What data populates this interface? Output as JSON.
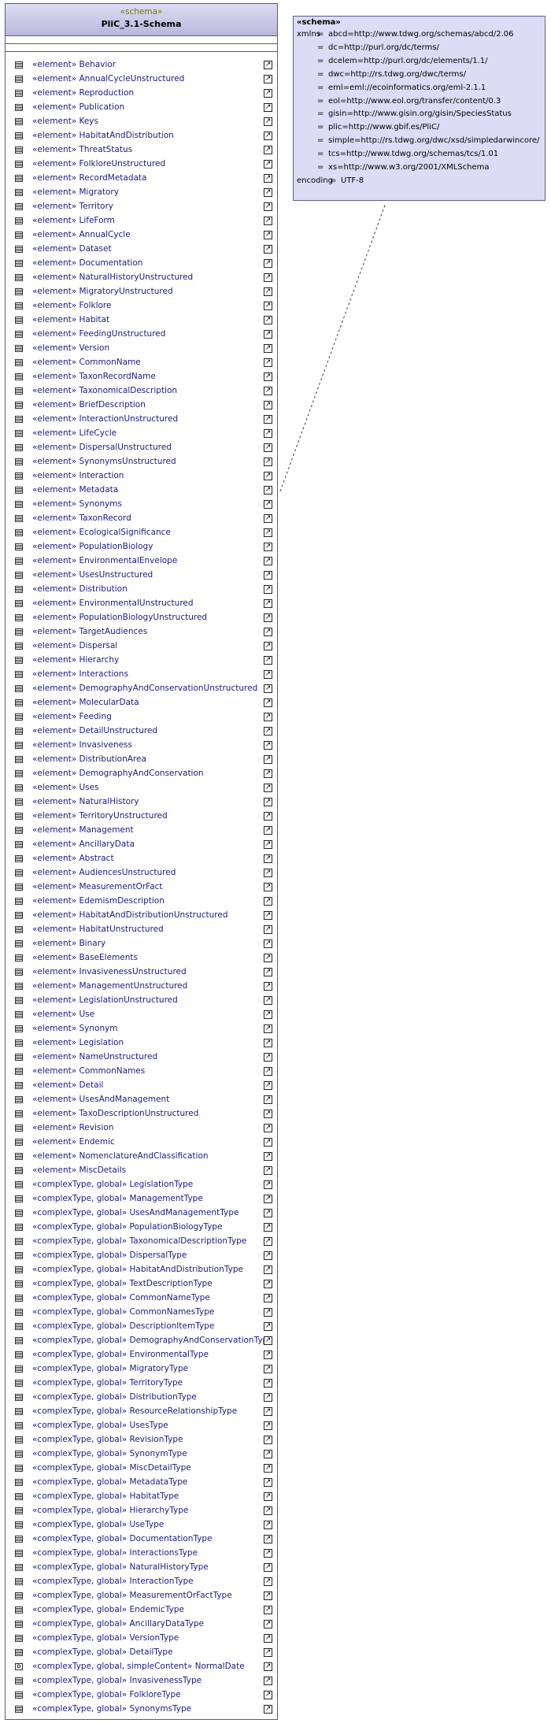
{
  "schema": {
    "stereotype": "«schema»",
    "name": "PliC_3.1-Schema"
  },
  "rows": [
    {
      "label": "«element» Behavior",
      "icon": "lines"
    },
    {
      "label": "«element» AnnualCycleUnstructured",
      "icon": "lines"
    },
    {
      "label": "«element» Reproduction",
      "icon": "lines"
    },
    {
      "label": "«element» Publication",
      "icon": "lines"
    },
    {
      "label": "«element» Keys",
      "icon": "lines"
    },
    {
      "label": "«element» HabitatAndDistribution",
      "icon": "lines"
    },
    {
      "label": "«element» ThreatStatus",
      "icon": "lines"
    },
    {
      "label": "«element» FolkloreUnstructured",
      "icon": "lines"
    },
    {
      "label": "«element» RecordMetadata",
      "icon": "lines"
    },
    {
      "label": "«element» Migratory",
      "icon": "lines"
    },
    {
      "label": "«element» Territory",
      "icon": "lines"
    },
    {
      "label": "«element» LifeForm",
      "icon": "lines"
    },
    {
      "label": "«element» AnnualCycle",
      "icon": "lines"
    },
    {
      "label": "«element» Dataset",
      "icon": "lines"
    },
    {
      "label": "«element» Documentation",
      "icon": "lines"
    },
    {
      "label": "«element» NaturalHistoryUnstructured",
      "icon": "lines"
    },
    {
      "label": "«element» MigratoryUnstructured",
      "icon": "lines"
    },
    {
      "label": "«element» Folklore",
      "icon": "lines"
    },
    {
      "label": "«element» Habitat",
      "icon": "lines"
    },
    {
      "label": "«element» FeedingUnstructured",
      "icon": "lines"
    },
    {
      "label": "«element» Version",
      "icon": "lines"
    },
    {
      "label": "«element» CommonName",
      "icon": "lines"
    },
    {
      "label": "«element» TaxonRecordName",
      "icon": "lines"
    },
    {
      "label": "«element» TaxonomicalDescription",
      "icon": "lines"
    },
    {
      "label": "«element» BriefDescription",
      "icon": "lines"
    },
    {
      "label": "«element» InteractionUnstructured",
      "icon": "lines"
    },
    {
      "label": "«element» LifeCycle",
      "icon": "lines"
    },
    {
      "label": "«element» DispersalUnstructured",
      "icon": "lines"
    },
    {
      "label": "«element» SynonymsUnstructured",
      "icon": "lines"
    },
    {
      "label": "«element» Interaction",
      "icon": "lines"
    },
    {
      "label": "«element» Metadata",
      "icon": "lines"
    },
    {
      "label": "«element» Synonyms",
      "icon": "lines"
    },
    {
      "label": "«element» TaxonRecord",
      "icon": "lines"
    },
    {
      "label": "«element» EcologicalSignificance",
      "icon": "lines"
    },
    {
      "label": "«element» PopulationBiology",
      "icon": "lines"
    },
    {
      "label": "«element» EnvironmentalEnvelope",
      "icon": "lines"
    },
    {
      "label": "«element» UsesUnstructured",
      "icon": "lines"
    },
    {
      "label": "«element» Distribution",
      "icon": "lines"
    },
    {
      "label": "«element» EnvironmentalUnstructured",
      "icon": "lines"
    },
    {
      "label": "«element» PopulationBiologyUnstructured",
      "icon": "lines"
    },
    {
      "label": "«element» TargetAudiences",
      "icon": "lines"
    },
    {
      "label": "«element» Dispersal",
      "icon": "lines"
    },
    {
      "label": "«element» Hierarchy",
      "icon": "lines"
    },
    {
      "label": "«element» Interactions",
      "icon": "lines"
    },
    {
      "label": "«element» DemographyAndConservationUnstructured",
      "icon": "lines"
    },
    {
      "label": "«element» MolecularData",
      "icon": "lines"
    },
    {
      "label": "«element» Feeding",
      "icon": "lines"
    },
    {
      "label": "«element» DetailUnstructured",
      "icon": "lines"
    },
    {
      "label": "«element» Invasiveness",
      "icon": "lines"
    },
    {
      "label": "«element» DistributionArea",
      "icon": "lines"
    },
    {
      "label": "«element» DemographyAndConservation",
      "icon": "lines"
    },
    {
      "label": "«element» Uses",
      "icon": "lines"
    },
    {
      "label": "«element» NaturalHistory",
      "icon": "lines"
    },
    {
      "label": "«element» TerritoryUnstructured",
      "icon": "lines"
    },
    {
      "label": "«element» Management",
      "icon": "lines"
    },
    {
      "label": "«element» AncillaryData",
      "icon": "lines"
    },
    {
      "label": "«element» Abstract",
      "icon": "lines"
    },
    {
      "label": "«element» AudiencesUnstructured",
      "icon": "lines"
    },
    {
      "label": "«element» MeasurementOrFact",
      "icon": "lines"
    },
    {
      "label": "«element» EdemismDescription",
      "icon": "lines"
    },
    {
      "label": "«element» HabitatAndDistributionUnstructured",
      "icon": "lines"
    },
    {
      "label": "«element» HabitatUnstructured",
      "icon": "lines"
    },
    {
      "label": "«element» Binary",
      "icon": "lines"
    },
    {
      "label": "«element» BaseElements",
      "icon": "lines"
    },
    {
      "label": "«element» InvasivenessUnstructured",
      "icon": "lines"
    },
    {
      "label": "«element» ManagementUnstructured",
      "icon": "lines"
    },
    {
      "label": "«element» LegislationUnstructured",
      "icon": "lines"
    },
    {
      "label": "«element» Use",
      "icon": "lines"
    },
    {
      "label": "«element» Synonym",
      "icon": "lines"
    },
    {
      "label": "«element» Legislation",
      "icon": "lines"
    },
    {
      "label": "«element» NameUnstructured",
      "icon": "lines"
    },
    {
      "label": "«element» CommonNames",
      "icon": "lines"
    },
    {
      "label": "«element» Detail",
      "icon": "lines"
    },
    {
      "label": "«element» UsesAndManagement",
      "icon": "lines"
    },
    {
      "label": "«element» TaxoDescriptionUnstructured",
      "icon": "lines"
    },
    {
      "label": "«element» Revision",
      "icon": "lines"
    },
    {
      "label": "«element» Endemic",
      "icon": "lines"
    },
    {
      "label": "«element» NomenclatureAndClassification",
      "icon": "lines"
    },
    {
      "label": "«element» MiscDetails",
      "icon": "lines"
    },
    {
      "label": "«complexType, global» LegislationType",
      "icon": "lines"
    },
    {
      "label": "«complexType, global» ManagementType",
      "icon": "lines"
    },
    {
      "label": "«complexType, global» UsesAndManagementType",
      "icon": "lines"
    },
    {
      "label": "«complexType, global» PopulationBiologyType",
      "icon": "lines"
    },
    {
      "label": "«complexType, global» TaxonomicalDescriptionType",
      "icon": "lines"
    },
    {
      "label": "«complexType, global» DispersalType",
      "icon": "lines"
    },
    {
      "label": "«complexType, global» HabitatAndDistributionType",
      "icon": "lines"
    },
    {
      "label": "«complexType, global» TextDescriptionType",
      "icon": "lines"
    },
    {
      "label": "«complexType, global» CommonNameType",
      "icon": "lines"
    },
    {
      "label": "«complexType, global» CommonNamesType",
      "icon": "lines"
    },
    {
      "label": "«complexType, global» DescriptionItemType",
      "icon": "lines"
    },
    {
      "label": "«complexType, global» DemographyAndConservationType",
      "icon": "lines"
    },
    {
      "label": "«complexType, global» EnvironmentalType",
      "icon": "lines"
    },
    {
      "label": "«complexType, global» MigratoryType",
      "icon": "lines"
    },
    {
      "label": "«complexType, global» TerritoryType",
      "icon": "lines"
    },
    {
      "label": "«complexType, global» DistributionType",
      "icon": "lines"
    },
    {
      "label": "«complexType, global» ResourceRelationshipType",
      "icon": "lines"
    },
    {
      "label": "«complexType, global» UsesType",
      "icon": "lines"
    },
    {
      "label": "«complexType, global» RevisionType",
      "icon": "lines"
    },
    {
      "label": "«complexType, global» SynonymType",
      "icon": "lines"
    },
    {
      "label": "«complexType, global» MiscDetailType",
      "icon": "lines"
    },
    {
      "label": "«complexType, global» MetadataType",
      "icon": "lines"
    },
    {
      "label": "«complexType, global» HabitatType",
      "icon": "lines"
    },
    {
      "label": "«complexType, global» HierarchyType",
      "icon": "lines"
    },
    {
      "label": "«complexType, global» UseType",
      "icon": "lines"
    },
    {
      "label": "«complexType, global» DocumentationType",
      "icon": "lines"
    },
    {
      "label": "«complexType, global» InteractionsType",
      "icon": "lines"
    },
    {
      "label": "«complexType, global» NaturalHistoryType",
      "icon": "lines"
    },
    {
      "label": "«complexType, global» InteractionType",
      "icon": "lines"
    },
    {
      "label": "«complexType, global» MeasurementOrFactType",
      "icon": "lines"
    },
    {
      "label": "«complexType, global» EndemicType",
      "icon": "lines"
    },
    {
      "label": "«complexType, global» AncillaryDataType",
      "icon": "lines"
    },
    {
      "label": "«complexType, global» VersionType",
      "icon": "lines"
    },
    {
      "label": "«complexType, global» DetailType",
      "icon": "lines"
    },
    {
      "label": "«complexType, global, simpleContent» NormalDate",
      "icon": "letter"
    },
    {
      "label": "«complexType, global» InvasivenessType",
      "icon": "lines"
    },
    {
      "label": "«complexType, global» FolkloreType",
      "icon": "lines"
    },
    {
      "label": "«complexType, global» SynonymsType",
      "icon": "lines"
    }
  ],
  "note": {
    "title": "«schema»",
    "lines": [
      {
        "key": "xmlns",
        "eq": "=",
        "val": "abcd=http://www.tdwg.org/schemas/abcd/2.06"
      },
      {
        "key": "",
        "eq": "=",
        "val": "dc=http://purl.org/dc/terms/"
      },
      {
        "key": "",
        "eq": "=",
        "val": "dcelem=http://purl.org/dc/elements/1.1/"
      },
      {
        "key": "",
        "eq": "=",
        "val": "dwc=http://rs.tdwg.org/dwc/terms/"
      },
      {
        "key": "",
        "eq": "=",
        "val": "eml=eml://ecoinformatics.org/eml-2.1.1"
      },
      {
        "key": "",
        "eq": "=",
        "val": "eol=http://www.eol.org/transfer/content/0.3"
      },
      {
        "key": "",
        "eq": "=",
        "val": "gisin=http://www.gisin.org/gisin/SpeciesStatus"
      },
      {
        "key": "",
        "eq": "=",
        "val": "plic=http://www.gbif.es/PliC/"
      },
      {
        "key": "",
        "eq": "=",
        "val": "simple=http://rs.tdwg.org/dwc/xsd/simpledarwincore/"
      },
      {
        "key": "",
        "eq": "=",
        "val": "tcs=http://www.tdwg.org/schemas/tcs/1.01"
      },
      {
        "key": "",
        "eq": "=",
        "val": "xs=http://www.w3.org/2001/XMLSchema"
      },
      {
        "key": "encoding",
        "eq": "=",
        "val": "UTF-8"
      }
    ]
  },
  "link_glyph": "↗",
  "letter_icon_glyph": "D"
}
